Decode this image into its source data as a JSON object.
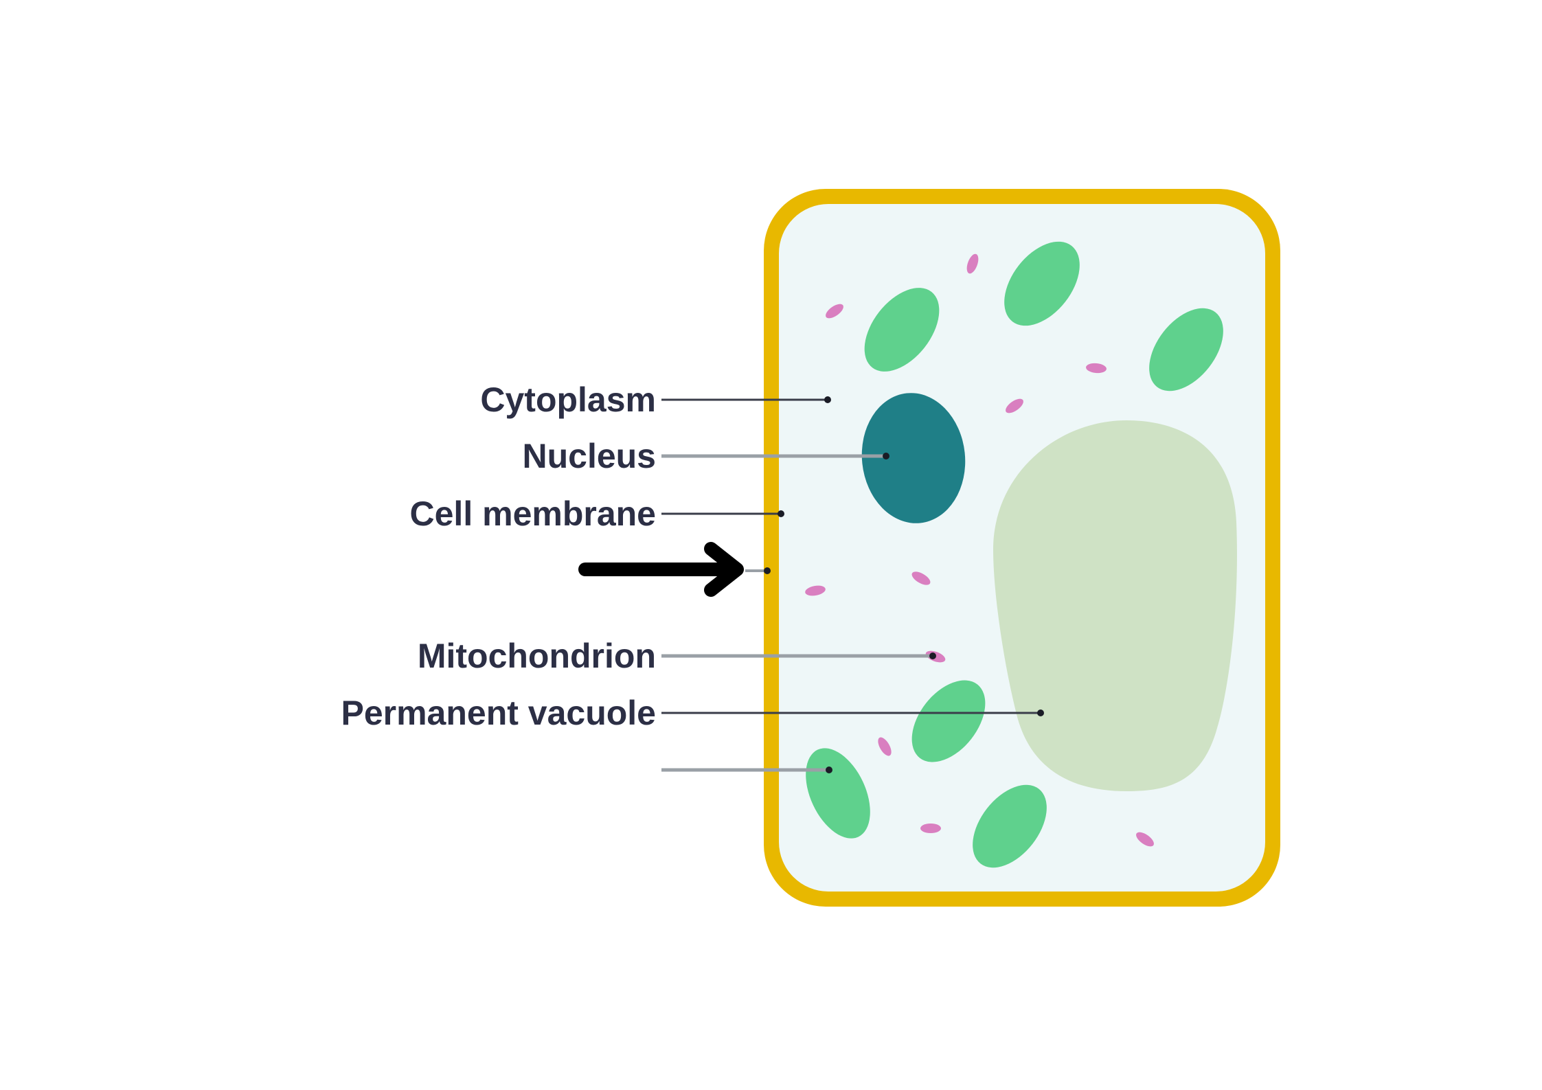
{
  "diagram": {
    "labels": [
      {
        "id": "cytoplasm",
        "text": "Cytoplasm"
      },
      {
        "id": "nucleus",
        "text": "Nucleus"
      },
      {
        "id": "cell-membrane",
        "text": "Cell membrane"
      },
      {
        "id": "mitochondrion",
        "text": "Mitochondrion"
      },
      {
        "id": "permanent-vacuole",
        "text": "Permanent vacuole"
      }
    ],
    "blank_labels": 2,
    "colors": {
      "cell_wall": "#e8b800",
      "cytoplasm": "#eef7f8",
      "chloroplast": "#5fd18d",
      "nucleus": "#1f7f87",
      "vacuole": "#cfe2c5",
      "mitochondrion": "#d97fc0",
      "label_text": "#2c2f45",
      "leader_line": "#3a3d4a",
      "arrow": "#000000"
    },
    "icons": {
      "pointer": "right-arrow-icon"
    }
  }
}
